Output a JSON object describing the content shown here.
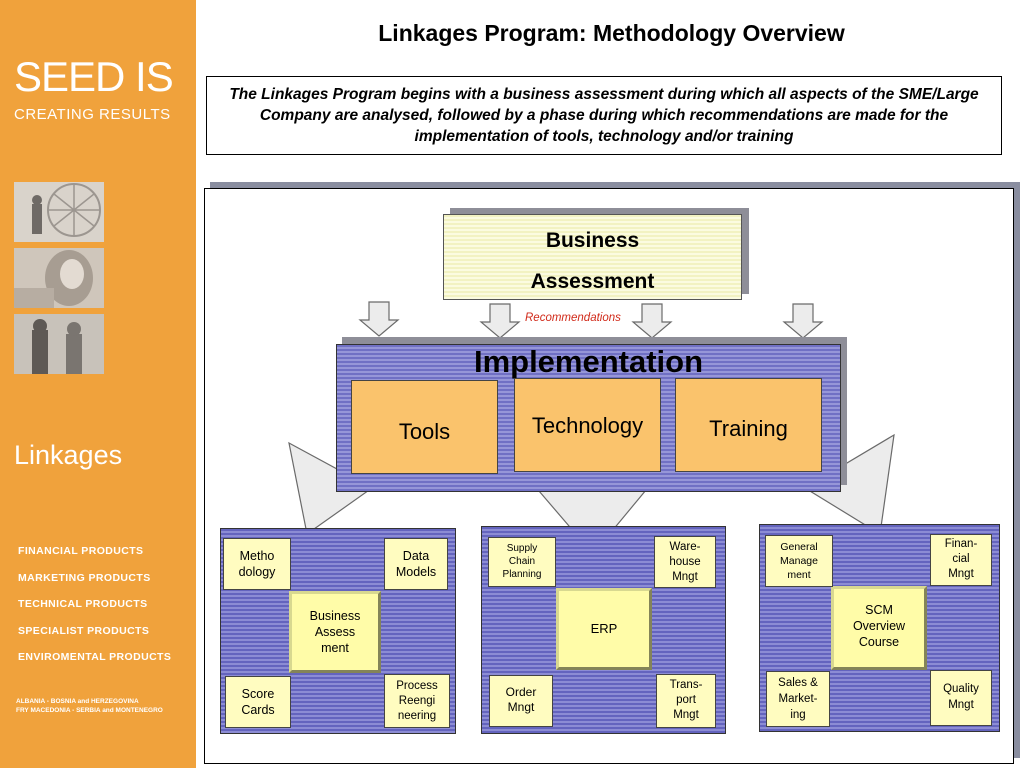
{
  "sidebar": {
    "brand": "SEED IS",
    "tagline": "CREATING RESULTS",
    "program": "Linkages",
    "nav": [
      "FINANCIAL PRODUCTS",
      "MARKETING PRODUCTS",
      "TECHNICAL PRODUCTS",
      "SPECIALIST PRODUCTS",
      "ENVIROMENTAL PRODUCTS"
    ],
    "region_line1": "ALBANIA - BOSNIA and HERZEGOVINA",
    "region_line2": "FRY MACEDONIA - SERBIA and MONTENEGRO"
  },
  "header": {
    "title": "Linkages Program: Methodology Overview",
    "intro": "The Linkages Program begins with a business assessment during which all aspects of the SME/Large Company are analysed, followed by a phase during which recommendations are made for the implementation of tools, technology and/or training"
  },
  "diagram": {
    "assessment_line1": "Business",
    "assessment_line2": "Assessment",
    "recommendations": "Recommendations",
    "implementation": "Implementation",
    "impl_items": [
      "Tools",
      "Technology",
      "Training"
    ],
    "panels": [
      {
        "center": [
          "Business",
          "Assess",
          "ment"
        ],
        "top_left": [
          "Metho",
          "dology"
        ],
        "top_right": [
          "Data",
          "Models"
        ],
        "bottom_left": [
          "Score",
          "Cards"
        ],
        "bottom_right": [
          "Process",
          "Reengi",
          "neering"
        ]
      },
      {
        "center": [
          "ERP"
        ],
        "top_left": [
          "Supply",
          "Chain",
          "Planning"
        ],
        "top_right": [
          "Ware-",
          "house",
          "Mngt"
        ],
        "bottom_left": [
          "Order",
          "Mngt"
        ],
        "bottom_right": [
          "Trans-",
          "port",
          "Mngt"
        ]
      },
      {
        "center": [
          "SCM",
          "Overview",
          "Course"
        ],
        "top_left": [
          "General",
          "Manage",
          "ment"
        ],
        "top_right": [
          "Finan-",
          "cial",
          "Mngt"
        ],
        "bottom_left": [
          "Sales &",
          "Market-",
          "ing"
        ],
        "bottom_right": [
          "Quality",
          "Mngt"
        ]
      }
    ]
  }
}
